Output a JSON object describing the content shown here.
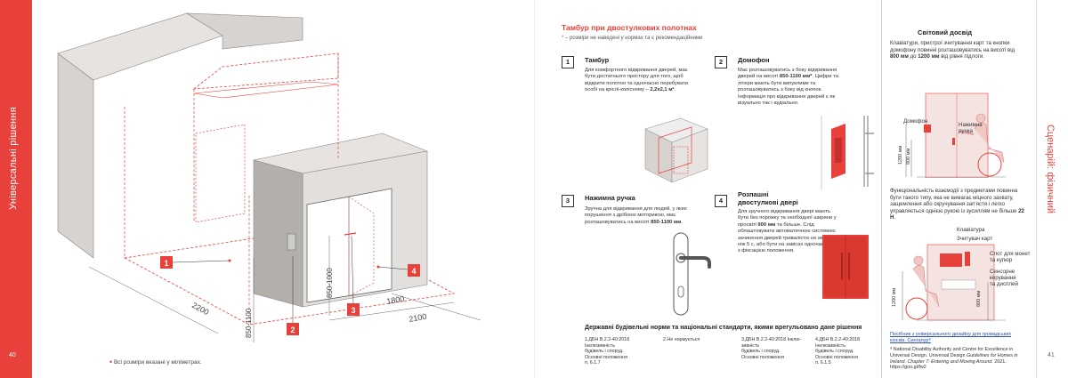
{
  "left_sidebar": {
    "vertical_title": "Універсальні рішення",
    "page_number": "40"
  },
  "right_sidebar": {
    "vertical_title": "Сценарій: фізичний",
    "page_number": "41"
  },
  "illustration": {
    "markers": [
      "1",
      "2",
      "3",
      "4"
    ],
    "dims": {
      "d2200": "2200",
      "d850_1100": "850-1100",
      "d850_1000": "850-1000",
      "d1800": "1800",
      "d2100": "2100"
    }
  },
  "footnote_left": "Всі розміри вказані у міліметрах.",
  "section": {
    "title": "Тамбур при двостулкових полотнах",
    "subtitle": "– розміри не наведені у нормах та є рекомендаційними"
  },
  "items": [
    {
      "num": "1",
      "title": "Тамбур",
      "text_pre": "Для комфортного відкривання дверей, має бути достатнього простору для того, щоб відкрити полотно та одночасно перебувати особі на кріслі-колісному – ",
      "text_bold": "2,2х2,1 м²",
      "text_post": "."
    },
    {
      "num": "2",
      "title": "Домофон",
      "text_pre": "Має розташовуватись з боку відкривання дверей на висоті ",
      "text_bold": "850-1100 мм*",
      "text_post": ". Цифри та літери мають бути випуклими та розташовуватись з боку від кнопок. Інформація про відкривання дверей є як візуально так і аудіально."
    },
    {
      "num": "3",
      "title": "Нажимна ручка",
      "text_pre": "Зручна для відкривання для людей, у яких порушення з дрібною моторикою, має розташовуватись на висоті ",
      "text_bold": "850-1100 мм",
      "text_post": "."
    },
    {
      "num": "4",
      "title_line1": "Розпашні",
      "title_line2": "двостулкові двері",
      "text_pre": "Для зручного відкривання двері мають бути без порожку та необхідної ширини у просвіті ",
      "text_bold": "900 мм",
      "text_post": " та більше. Слід облаштовувати автоматичною системою зачинення дверей тривалістю не менше ніж 5 с, або бути на завісах одночасної дії з фіксацією положення."
    }
  ],
  "norms": {
    "title": "Державні будівельні норми та національні стандарти, якими врегульовано дане рішення",
    "cols": [
      [
        "1.ДБН В.2.2-40:2018",
        "Інклюзивність",
        "будівель і споруд.",
        "Основні положення",
        "п. 6.1.7"
      ],
      [
        "2.Не нормується"
      ],
      [
        "3.ДБН В.2.2-40:2018 Інклю-",
        "зивність",
        "будівель і споруд.",
        "Основні положення"
      ],
      [
        "4.ДБН В.2.2-40:2018",
        "Інклюзивність",
        "будівель і споруд.",
        "Основні положення",
        "п. 6.1.5"
      ]
    ]
  },
  "world": {
    "title": "Світовий досвід",
    "p1_pre": "Клавіатури, пристрої зчитування карт та кнопки домофону повинні розташовуватись на висоті від ",
    "p1_b1": "800 мм",
    "p1_mid": " до ",
    "p1_b2": "1200 мм",
    "p1_post": " від рівня підлоги.",
    "p2_pre": "Функціональність взаємодії з предметами повинна бути такого типу, яка не вимагає міцного захвату, защемлення або скручування зап'ястя і легко управляється однією рукою із зусиллям не більше ",
    "p2_b": "22 Н",
    "p2_post": ".",
    "labels": {
      "domofon": "Домофон",
      "handle_1": "Нажимна",
      "handle_2": "ручка",
      "h1200a": "1200 мм",
      "h800a": "800 мм",
      "keyboard": "Клавіатура",
      "card_reader": "Зчитувач карт",
      "coin_1": "Слот для монет",
      "coin_2": "та купюр",
      "sensor_1": "Сенсорне",
      "sensor_2": "керування",
      "sensor_3": "та дисплей",
      "h1200b": "1200 мм",
      "h800b": "800 мм"
    },
    "link_text": "Посібник з універсального дизайну для громадських кіосків. Сингапур⁸",
    "ref_pre": "⁸ National Disability Authority and Centre for Excellence in Universal Design. Universal Design ",
    "ref_italic": "Guidelines for Homes in Ireland. Chapter 7: Entering and Moving Around.",
    "ref_post": " 2021. https://goo.gl/fw2"
  },
  "colors": {
    "accent": "#e8403a",
    "wall": "#d6d3d0",
    "wall_dark": "#b3afab",
    "link": "#2a4fb0"
  }
}
